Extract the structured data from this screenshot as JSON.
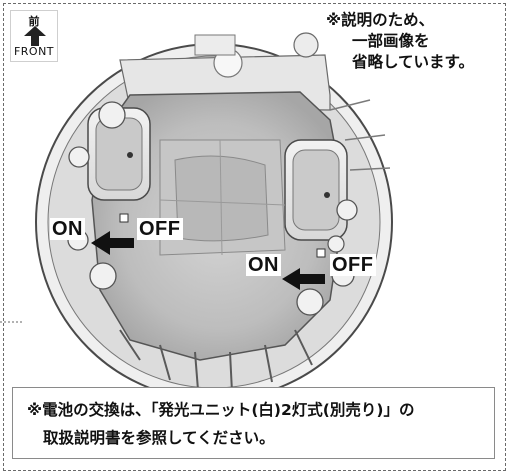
{
  "front_badge": {
    "kanji": "前",
    "word": "FRONT",
    "icon": "up-arrow-icon"
  },
  "note": {
    "line1": "※説明のため、",
    "line2": "一部画像を",
    "line3": "省略しています。"
  },
  "switch_left": {
    "on": "ON",
    "off": "OFF",
    "arrow_icon": "left-arrow-icon"
  },
  "switch_right": {
    "on": "ON",
    "off": "OFF",
    "arrow_icon": "left-arrow-icon"
  },
  "footer": {
    "line1": "※電池の交換は、「発光ユニット(白)2灯式(別売り)」の",
    "line2": "取扱説明書を参照してください。"
  },
  "colors": {
    "device_fill": "#b9b9b9",
    "device_light": "#e9e9e9",
    "outline": "#4a4a4a",
    "arrow": "#111111"
  }
}
